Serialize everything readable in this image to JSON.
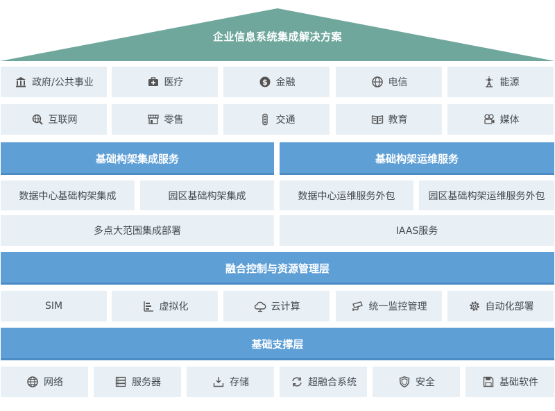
{
  "title": "企业信息系统集成解决方案",
  "industries": {
    "row1": [
      {
        "label": "政府/公共事业",
        "icon": "government-building-icon"
      },
      {
        "label": "医疗",
        "icon": "medical-kit-icon"
      },
      {
        "label": "金融",
        "icon": "dollar-coin-icon"
      },
      {
        "label": "电信",
        "icon": "globe-icon"
      },
      {
        "label": "能源",
        "icon": "energy-icon"
      }
    ],
    "row2": [
      {
        "label": "互联网",
        "icon": "search-globe-icon"
      },
      {
        "label": "零售",
        "icon": "shop-icon"
      },
      {
        "label": "交通",
        "icon": "traffic-light-icon"
      },
      {
        "label": "教育",
        "icon": "book-icon"
      },
      {
        "label": "媒体",
        "icon": "film-camera-icon"
      }
    ]
  },
  "infra_integration": {
    "header": "基础构架集成服务",
    "items": [
      "数据中心基础构架集成",
      "园区基础构架集成"
    ],
    "wide": "多点大范围集成部署"
  },
  "infra_ops": {
    "header": "基础构架运维服务",
    "items": [
      "数据中心运维服务外包",
      "园区基础构架运维服务外包"
    ],
    "wide": "IAAS服务"
  },
  "control_layer": {
    "header": "融合控制与资源管理层",
    "items": [
      {
        "label": "SIM",
        "icon": ""
      },
      {
        "label": "虚拟化",
        "icon": "virtualization-icon"
      },
      {
        "label": "云计算",
        "icon": "cloud-icon"
      },
      {
        "label": "统一监控管理",
        "icon": "cctv-camera-icon"
      },
      {
        "label": "自动化部署",
        "icon": "gear-icon"
      }
    ]
  },
  "support_layer": {
    "header": "基础支撑层",
    "items": [
      {
        "label": "网络",
        "icon": "network-globe-icon"
      },
      {
        "label": "服务器",
        "icon": "server-icon"
      },
      {
        "label": "存储",
        "icon": "storage-icon"
      },
      {
        "label": "超融合系统",
        "icon": "sync-icon"
      },
      {
        "label": "安全",
        "icon": "shield-icon"
      },
      {
        "label": "基础软件",
        "icon": "floppy-disk-icon"
      }
    ]
  },
  "colors": {
    "roof": "#6fa79c",
    "bar": "#5e9fd6",
    "cell": "#e8eff5",
    "text": "#444a52",
    "icon": "#555555"
  }
}
